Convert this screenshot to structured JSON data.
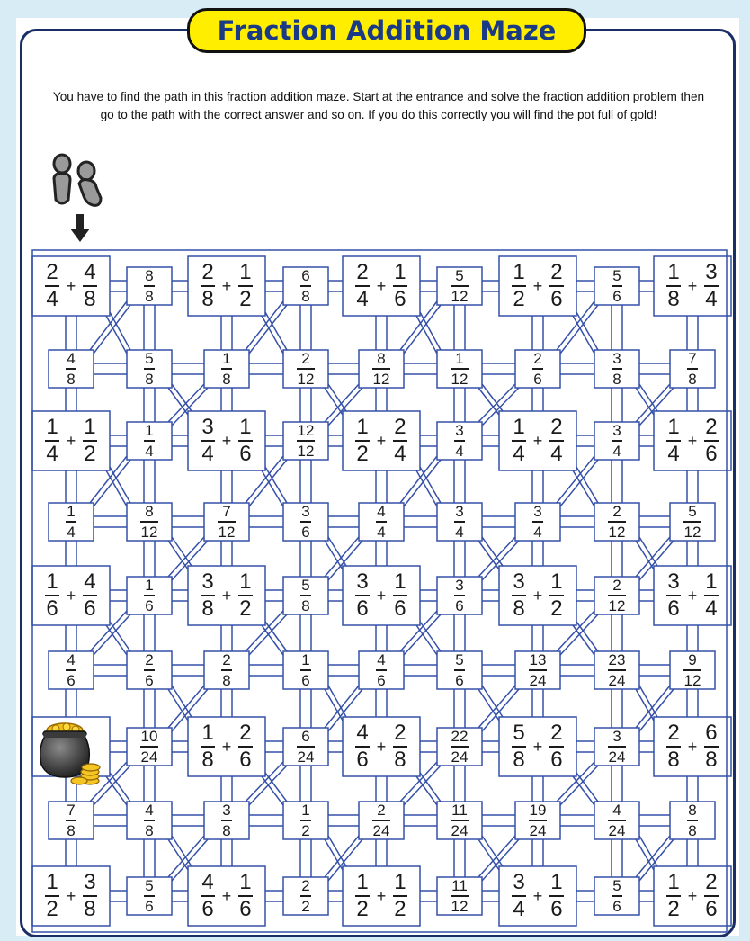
{
  "title": "Fraction Addition Maze",
  "instructions": "You have to find the path in this fraction addition maze. Start at the entrance and solve the fraction addition problem then go to the path with the correct answer and so on. If you do this correctly you will find the pot full of gold!",
  "colors": {
    "frame": "#1a2e66",
    "maze_lines": "#3550a8",
    "title_bg": "#ffee00",
    "title_text": "#1a3a86",
    "background": "#d8ecf6"
  },
  "icons": {
    "start": "footprints-icon",
    "entrance": "down-arrow-icon",
    "goal": "pot-of-gold-icon"
  },
  "maze": {
    "rows": [
      {
        "type": "problems",
        "cells": [
          [
            "2",
            "4",
            "4",
            "8"
          ],
          [
            "8",
            "8"
          ],
          [
            "2",
            "8",
            "1",
            "2"
          ],
          [
            "6",
            "8"
          ],
          [
            "2",
            "4",
            "1",
            "6"
          ],
          [
            "5",
            "12"
          ],
          [
            "1",
            "2",
            "2",
            "6"
          ],
          [
            "5",
            "6"
          ],
          [
            "1",
            "8",
            "3",
            "4"
          ]
        ]
      },
      {
        "type": "answers",
        "cells": [
          [
            "4",
            "8"
          ],
          [
            "5",
            "8"
          ],
          [
            "1",
            "8"
          ],
          [
            "2",
            "12"
          ],
          [
            "8",
            "12"
          ],
          [
            "1",
            "12"
          ],
          [
            "2",
            "6"
          ],
          [
            "3",
            "8"
          ],
          [
            "7",
            "8"
          ]
        ]
      },
      {
        "type": "problems",
        "cells": [
          [
            "1",
            "4",
            "1",
            "2"
          ],
          [
            "1",
            "4"
          ],
          [
            "3",
            "4",
            "1",
            "6"
          ],
          [
            "12",
            "12"
          ],
          [
            "1",
            "2",
            "2",
            "4"
          ],
          [
            "3",
            "4"
          ],
          [
            "1",
            "4",
            "2",
            "4"
          ],
          [
            "3",
            "4"
          ],
          [
            "1",
            "4",
            "2",
            "6"
          ]
        ]
      },
      {
        "type": "answers",
        "cells": [
          [
            "1",
            "4"
          ],
          [
            "8",
            "12"
          ],
          [
            "7",
            "12"
          ],
          [
            "3",
            "6"
          ],
          [
            "4",
            "4"
          ],
          [
            "3",
            "4"
          ],
          [
            "3",
            "4"
          ],
          [
            "2",
            "12"
          ],
          [
            "5",
            "12"
          ]
        ]
      },
      {
        "type": "problems",
        "cells": [
          [
            "1",
            "6",
            "4",
            "6"
          ],
          [
            "1",
            "6"
          ],
          [
            "3",
            "8",
            "1",
            "2"
          ],
          [
            "5",
            "8"
          ],
          [
            "3",
            "6",
            "1",
            "6"
          ],
          [
            "3",
            "6"
          ],
          [
            "3",
            "8",
            "1",
            "2"
          ],
          [
            "2",
            "12"
          ],
          [
            "3",
            "6",
            "1",
            "4"
          ]
        ]
      },
      {
        "type": "answers",
        "cells": [
          [
            "4",
            "6"
          ],
          [
            "2",
            "6"
          ],
          [
            "2",
            "8"
          ],
          [
            "1",
            "6"
          ],
          [
            "4",
            "6"
          ],
          [
            "5",
            "6"
          ],
          [
            "13",
            "24"
          ],
          [
            "23",
            "24"
          ],
          [
            "9",
            "12"
          ]
        ]
      },
      {
        "type": "problems",
        "cells": [
          [],
          [
            "10",
            "24"
          ],
          [
            "1",
            "8",
            "2",
            "6"
          ],
          [
            "6",
            "24"
          ],
          [
            "4",
            "6",
            "2",
            "8"
          ],
          [
            "22",
            "24"
          ],
          [
            "5",
            "8",
            "2",
            "6"
          ],
          [
            "3",
            "24"
          ],
          [
            "2",
            "8",
            "6",
            "8"
          ]
        ]
      },
      {
        "type": "answers",
        "cells": [
          [
            "7",
            "8"
          ],
          [
            "4",
            "8"
          ],
          [
            "3",
            "8"
          ],
          [
            "1",
            "2"
          ],
          [
            "2",
            "24"
          ],
          [
            "11",
            "24"
          ],
          [
            "19",
            "24"
          ],
          [
            "4",
            "24"
          ],
          [
            "8",
            "8"
          ]
        ]
      },
      {
        "type": "problems",
        "cells": [
          [
            "1",
            "2",
            "3",
            "8"
          ],
          [
            "5",
            "6"
          ],
          [
            "4",
            "6",
            "1",
            "6"
          ],
          [
            "2",
            "2"
          ],
          [
            "1",
            "2",
            "1",
            "2"
          ],
          [
            "11",
            "12"
          ],
          [
            "3",
            "4",
            "1",
            "6"
          ],
          [
            "5",
            "6"
          ],
          [
            "1",
            "2",
            "2",
            "6"
          ]
        ]
      }
    ]
  }
}
